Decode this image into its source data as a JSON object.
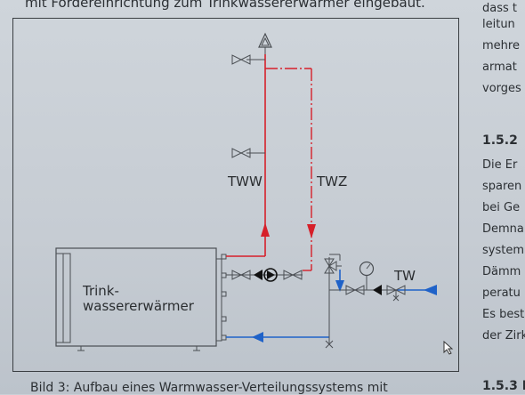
{
  "header_text": "mit Fördereinrichtung zum Trinkwassererwärmer eingebaut.",
  "caption": "Bild 3: Aufbau eines Warmwasser-Verteilungssystems mit",
  "diagram": {
    "label_tww": "TWW",
    "label_twz": "TWZ",
    "label_tw": "TW",
    "heater_line1": "Trink-",
    "heater_line2": "wassererwärmer",
    "colors": {
      "hot": "#d6202a",
      "return": "#d6202a",
      "cold": "#1f62c8",
      "line": "#4a4e53"
    }
  },
  "right_column": [
    {
      "text": "dass t",
      "head": false
    },
    {
      "text": "leitun",
      "head": false
    },
    {
      "text": "mehre",
      "head": false
    },
    {
      "text": "armat",
      "head": false
    },
    {
      "text": "vorges",
      "head": false
    },
    {
      "text": "1.5.2",
      "head": true
    },
    {
      "text": "Die Er",
      "head": false
    },
    {
      "text": "sparen",
      "head": false
    },
    {
      "text": "bei Ge",
      "head": false
    },
    {
      "text": "Demna",
      "head": false
    },
    {
      "text": "system",
      "head": false
    },
    {
      "text": "Dämm",
      "head": false
    },
    {
      "text": "peratu",
      "head": false
    },
    {
      "text": "Es best",
      "head": false
    },
    {
      "text": "der Zirk",
      "head": false
    },
    {
      "text": "1.5.3 I",
      "head": true
    }
  ]
}
